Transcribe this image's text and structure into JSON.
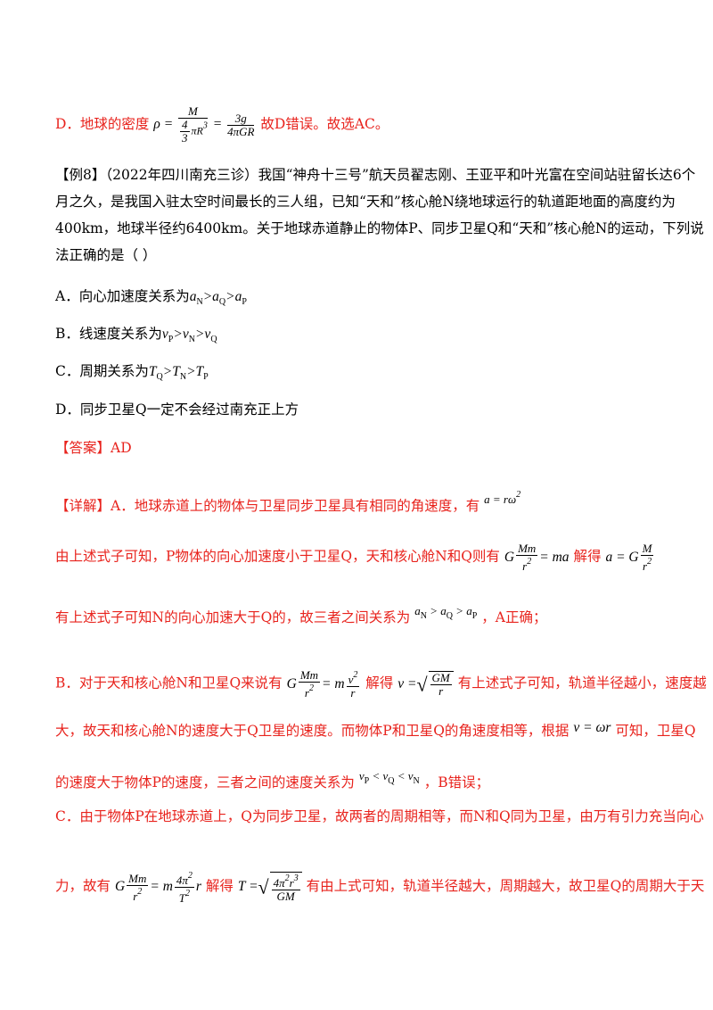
{
  "optD_prev": {
    "label": "D．地球的密度",
    "formula_lhs": "ρ =",
    "formula_num": "M",
    "formula_den_coef_num": "4",
    "formula_den_coef_den": "3",
    "formula_den_rest": "πR",
    "formula_eq": "=",
    "formula2_num": "3g",
    "formula2_den": "4πGR",
    "tail": "故D错误。故选AC。"
  },
  "example": {
    "tag": "【例8】",
    "line1": "（2022年四川南充三诊）我国“神舟十三号”航天员翟志刚、王亚平和叶光富在空间站驻留长达6个",
    "line2": "月之久，是我国入驻太空时间最长的三人组，已知“天和”核心舱N绕地球运行的轨道距地面的高度约为",
    "line3": "400km，地球半径约6400km。关于地球赤道静止的物体P、同步卫星Q和“天和”核心舱N的运动，下列说",
    "line4": "法正确的是（        ）"
  },
  "options": [
    {
      "label": "A．向心加速度关系为",
      "expr": "a",
      "s1": "N",
      "s2": "Q",
      "s3": "P"
    },
    {
      "label": "B．线速度关系为",
      "expr": "v",
      "s1": "P",
      "s2": "N",
      "s3": "Q"
    },
    {
      "label": "C．周期关系为",
      "expr": "T",
      "s1": "Q",
      "s2": "N",
      "s3": "P"
    },
    {
      "label": "D．同步卫星Q一定不会经过南充正上方"
    }
  ],
  "answer": {
    "tag": "【答案】",
    "value": "AD"
  },
  "explain": {
    "tag": "【详解】",
    "a1": "A．地球赤道上的物体与卫星同步卫星具有相同的角速度，有",
    "a2_pre": "由上述式子可知，P物体的向心加速度小于卫星Q，天和核心舱N和Q则有",
    "a2_mid": "解得",
    "a3_pre": "有上述式子可知N的向心加速大于Q的，故三者之间关系为",
    "a3_post": "，A正确；",
    "b1_pre": "B．对于天和核心舱N和卫星Q来说有",
    "b1_mid": "解得",
    "b1_post": "有上述式子可知，轨道半径越小，速度越",
    "b2_pre": "大，故天和核心舱N的速度大于Q卫星的速度。而物体P和卫星Q的角速度相等，根据",
    "b2_post": "可知，卫星Q",
    "b3_pre": "的速度大于物体P的速度，三者之间的速度关系为",
    "b3_post": "，B错误；",
    "c1": "C．由于物体P在地球赤道上，Q为同步卫星，故两者的周期相等，而N和Q同为卫星，由万有引力充当向心",
    "c2_pre": "力，故有",
    "c2_mid": "解得",
    "c2_post": "有由上式可知，轨道半径越大，周期越大，故卫星Q的周期大于天"
  }
}
